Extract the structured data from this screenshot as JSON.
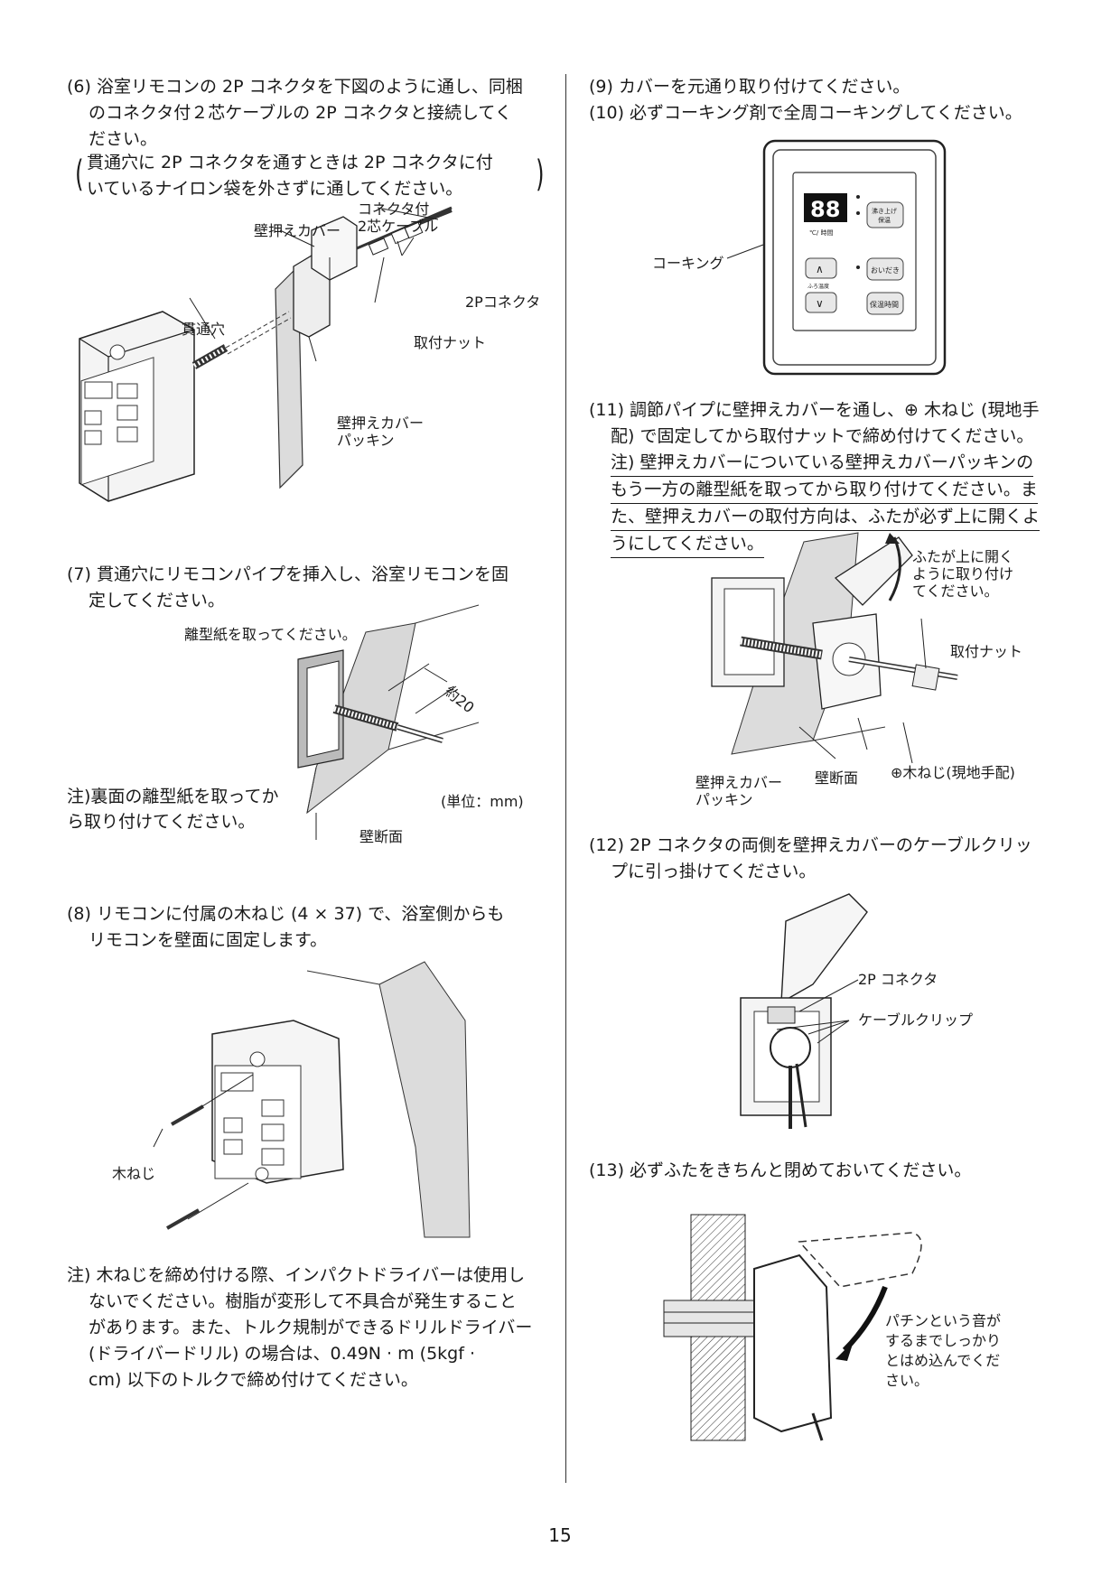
{
  "page_number": "15",
  "left": {
    "step6": {
      "text_lines": [
        "(6) 浴室リモコンの 2P コネクタを下図のように通し、同梱",
        "のコネクタ付２芯ケーブルの 2P コネクタと接続してく",
        "ださい。"
      ],
      "note_lines": [
        "貫通穴に 2P コネクタを通すときは 2P コネクタに付",
        "いているナイロン袋を外さずに通してください。"
      ],
      "labels": {
        "cover": "壁押えカバー",
        "cable": "コネクタ付\n2芯ケーブル",
        "connector": "2Pコネクタ",
        "hole": "貫通穴",
        "nut": "取付ナット",
        "packing": "壁押えカバー\nパッキン"
      }
    },
    "step7": {
      "text_lines": [
        "(7) 貫通穴にリモコンパイプを挿入し、浴室リモコンを固",
        "定してください。"
      ],
      "labels": {
        "release": "離型紙を取ってください。",
        "dim": "約20",
        "note": "注)裏面の離型紙を取ってか\nら取り付けてください。",
        "unit": "(単位：mm)",
        "wall": "壁断面"
      }
    },
    "step8": {
      "text_lines": [
        "(8) リモコンに付属の木ねじ (4 × 37) で、浴室側からも",
        "リモコンを壁面に固定します。"
      ],
      "labels": {
        "screw": "木ねじ"
      }
    },
    "caution_lines": [
      "注) 木ねじを締め付ける際、インパクトドライバーは使用し",
      "ないでください。樹脂が変形して不具合が発生すること",
      "があります。また、トルク規制ができるドリルドライバー",
      "(ドライバードリル) の場合は、0.49N · m (5kgf ·",
      "cm) 以下のトルクで締め付けてください。"
    ]
  },
  "right": {
    "step9": "(9) カバーを元通り取り付けてください。",
    "step10": "(10) 必ずコーキング剤で全周コーキングしてください。",
    "remote_label": "コーキング",
    "remote": {
      "display": "88",
      "unit_label": "℃/ 時間",
      "btn_reheat": "沸き上げ\n保温",
      "btn_oidaki": "おいだき",
      "btn_hoon": "保温時間",
      "temp_label": "ふろ温度"
    },
    "step11": {
      "text_lines": [
        "(11) 調節パイプに壁押えカバーを通し、⊕ 木ねじ (現地手",
        "配) で固定してから取付ナットで締め付けてください。"
      ],
      "note_lines": [
        "注) 壁押えカバーについている壁押えカバーパッキンの",
        "もう一方の離型紙を取ってから取り付けてください。ま",
        "た、壁押えカバーの取付方向は、ふたが必ず上に開くよ",
        "うにしてください。"
      ],
      "labels": {
        "lid": "ふたが上に開く\nように取り付け\nてください。",
        "nut": "取付ナット",
        "packing": "壁押えカバー\nパッキン",
        "wall": "壁断面",
        "screw": "⊕木ねじ(現地手配)"
      }
    },
    "step12": {
      "text_lines": [
        "(12) 2P コネクタの両側を壁押えカバーのケーブルクリッ",
        "プに引っ掛けてください。"
      ],
      "labels": {
        "connector": "2P コネクタ",
        "clip": "ケーブルクリップ"
      }
    },
    "step13": {
      "text": "(13) 必ずふたをきちんと閉めておいてください。",
      "label": "パチンという音が\nするまでしっかり\nとはめ込んでくだ\nさい。"
    }
  }
}
